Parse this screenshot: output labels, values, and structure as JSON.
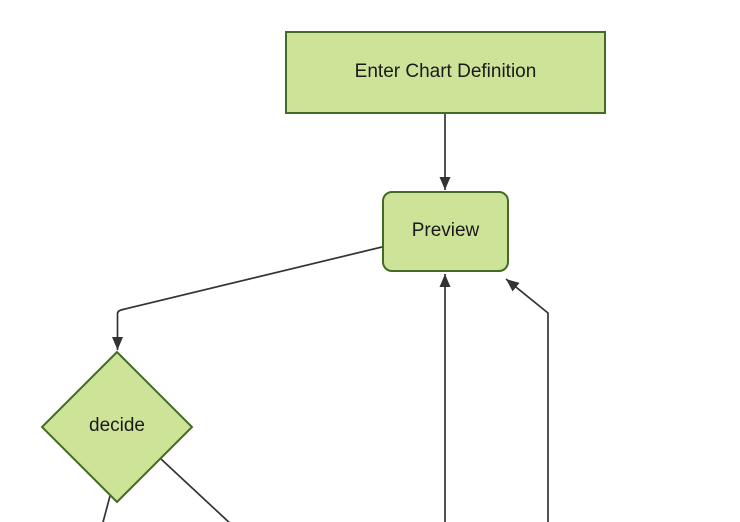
{
  "diagram": {
    "type": "flowchart",
    "orientation": "top-down",
    "nodes": [
      {
        "id": "A",
        "shape": "rectangle",
        "label": "Enter Chart Definition"
      },
      {
        "id": "B",
        "shape": "rounded-rectangle",
        "label": "Preview"
      },
      {
        "id": "C",
        "shape": "decision-diamond",
        "label": "decide"
      }
    ],
    "edges": [
      {
        "from": "A",
        "to": "B",
        "arrowhead": true,
        "visibility": "fully-visible"
      },
      {
        "from": "B",
        "to": "C",
        "arrowhead": true,
        "visibility": "fully-visible"
      },
      {
        "from": "C",
        "to": "offscreen-bottom-left",
        "arrowhead": false,
        "visibility": "cut-by-bottom-edge"
      },
      {
        "from": "C",
        "to": "offscreen-bottom-right",
        "arrowhead": false,
        "visibility": "cut-by-bottom-edge"
      },
      {
        "from": "offscreen-bottom-center",
        "to": "B",
        "arrowhead": true,
        "visibility": "cut-by-bottom-edge"
      },
      {
        "from": "offscreen-bottom-right",
        "to": "B",
        "arrowhead": true,
        "visibility": "cut-by-bottom-edge"
      }
    ],
    "colors": {
      "background": "#ffffff",
      "node_fill": "#cde498",
      "node_border": "#446b26",
      "edge_line": "#333333",
      "arrowhead": "#333333",
      "label_text": "#1a1a1a"
    }
  }
}
